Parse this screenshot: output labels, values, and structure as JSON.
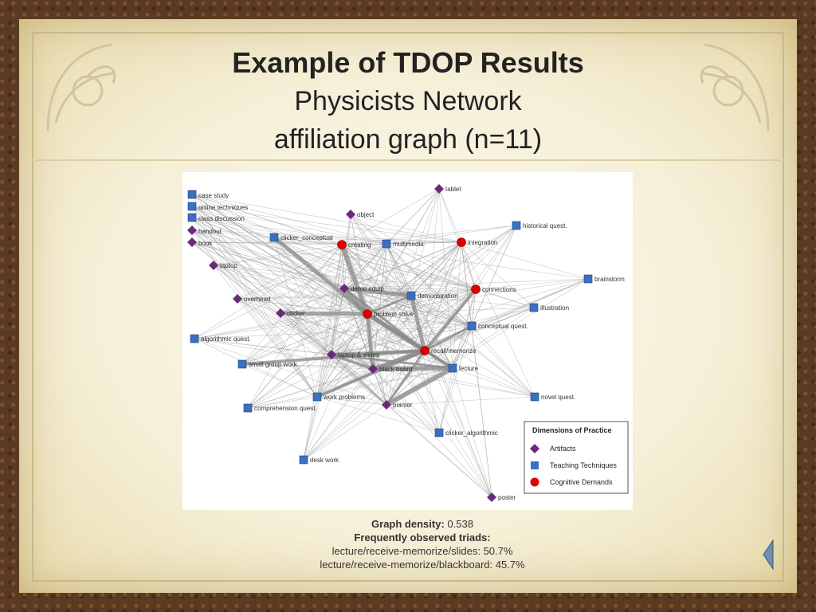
{
  "slide": {
    "title": "Example of TDOP Results",
    "subtitle_line1": "Physicists Network",
    "subtitle_line2": "affiliation graph (n=11)",
    "caption": {
      "density_label": "Graph density:",
      "density_value": "0.538",
      "triads_label": "Frequently observed triads:",
      "triad1": "lecture/receive-memorize/slides: 50.7%",
      "triad2": "lecture/receive-memorize/blackboard: 45.7%"
    }
  },
  "colors": {
    "artifact": "#6a2a7a",
    "technique": "#3a6fc4",
    "cognitive": "#e00000",
    "edge": "#9a9a9a"
  },
  "graph": {
    "legend": {
      "title": "Dimensions of Practice",
      "items": [
        {
          "shape": "diamond",
          "label": "Artifacts"
        },
        {
          "shape": "square",
          "label": "Teaching Techniques"
        },
        {
          "shape": "circle",
          "label": "Cognitive Demands"
        }
      ]
    },
    "nodes": [
      {
        "id": "case study",
        "type": "technique"
      },
      {
        "id": "online techniques",
        "type": "technique"
      },
      {
        "id": "class discussion",
        "type": "technique"
      },
      {
        "id": "handout",
        "type": "artifact"
      },
      {
        "id": "book",
        "type": "artifact"
      },
      {
        "id": "tablet",
        "type": "artifact"
      },
      {
        "id": "object",
        "type": "artifact"
      },
      {
        "id": "historical quest.",
        "type": "technique"
      },
      {
        "id": "clicker_conceptual",
        "type": "technique"
      },
      {
        "id": "creating",
        "type": "cognitive"
      },
      {
        "id": "multimedia",
        "type": "technique"
      },
      {
        "id": "integration",
        "type": "cognitive"
      },
      {
        "id": "laptop",
        "type": "artifact"
      },
      {
        "id": "brainstorm",
        "type": "technique"
      },
      {
        "id": "demo equip.",
        "type": "artifact"
      },
      {
        "id": "demonstration",
        "type": "technique"
      },
      {
        "id": "connections",
        "type": "cognitive"
      },
      {
        "id": "overhead",
        "type": "artifact"
      },
      {
        "id": "illustration",
        "type": "technique"
      },
      {
        "id": "clicker",
        "type": "artifact"
      },
      {
        "id": "problem solve",
        "type": "cognitive"
      },
      {
        "id": "conceptual quest.",
        "type": "technique"
      },
      {
        "id": "algorithmic quest.",
        "type": "technique"
      },
      {
        "id": "recall/memorize",
        "type": "cognitive"
      },
      {
        "id": "laptop & slides",
        "type": "artifact"
      },
      {
        "id": "small group work",
        "type": "technique"
      },
      {
        "id": "black board",
        "type": "artifact"
      },
      {
        "id": "lecture",
        "type": "technique"
      },
      {
        "id": "work problems",
        "type": "technique"
      },
      {
        "id": "novel quest.",
        "type": "technique"
      },
      {
        "id": "comprehension quest.",
        "type": "technique"
      },
      {
        "id": "pointer",
        "type": "artifact"
      },
      {
        "id": "clicker_algorithmic",
        "type": "technique"
      },
      {
        "id": "desk work",
        "type": "technique"
      },
      {
        "id": "poster",
        "type": "artifact"
      }
    ],
    "heavy_edges": [
      [
        "recall/memorize",
        "lecture"
      ],
      [
        "recall/memorize",
        "laptop & slides"
      ],
      [
        "recall/memorize",
        "black board"
      ],
      [
        "recall/memorize",
        "problem solve"
      ],
      [
        "recall/memorize",
        "demo equip."
      ],
      [
        "recall/memorize",
        "connections"
      ],
      [
        "recall/memorize",
        "demonstration"
      ],
      [
        "lecture",
        "black board"
      ],
      [
        "lecture",
        "laptop & slides"
      ],
      [
        "lecture",
        "problem solve"
      ],
      [
        "problem solve",
        "black board"
      ],
      [
        "problem solve",
        "demo equip."
      ],
      [
        "problem solve",
        "demonstration"
      ],
      [
        "laptop & slides",
        "black board"
      ],
      [
        "demo equip.",
        "demonstration"
      ],
      [
        "pointer",
        "lecture"
      ],
      [
        "pointer",
        "recall/memorize"
      ],
      [
        "work problems",
        "recall/memorize"
      ],
      [
        "clicker",
        "problem solve"
      ],
      [
        "creating",
        "problem solve"
      ],
      [
        "conceptual quest.",
        "recall/memorize"
      ],
      [
        "small group work",
        "recall/memorize"
      ],
      [
        "clicker_conceptual",
        "problem solve"
      ]
    ]
  }
}
